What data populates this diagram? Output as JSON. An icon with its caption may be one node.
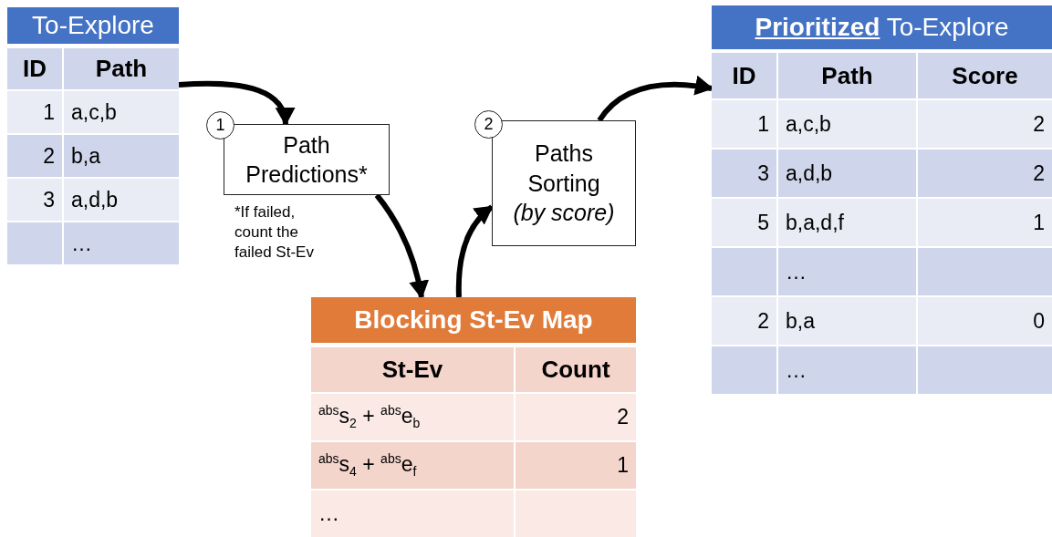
{
  "diagram": {
    "nodes": [
      {
        "text": [
          "To-Explore",
          "ID",
          "Path",
          "1",
          "a,c,b",
          "2",
          "b,a",
          "3",
          "a,d,b",
          "…"
        ]
      },
      {
        "text": [
          "1"
        ]
      },
      {
        "text": [
          "Path Predictions*"
        ],
        "beside": [
          "*If failed, count the failed St-Ev"
        ]
      },
      {
        "text": [
          "2"
        ]
      },
      {
        "text": [
          "Paths Sorting",
          "(by score)"
        ]
      },
      {
        "text": [
          "Blocking St-Ev Map",
          "St-Ev",
          "Count",
          "$^{abs}$s$_{2}$ + $^{abs}$e$_{b}$",
          "2",
          "$^{abs}$s$_{4}$ + $^{abs}$e$_{f}$",
          "1",
          "…"
        ]
      },
      {
        "text": [
          "**Prioritized** To-Explore",
          "ID",
          "Path",
          "Score",
          "1",
          "a,c,b",
          "2",
          "3",
          "a,d,b",
          "2",
          "5",
          "b,a,d,f",
          "1",
          "…",
          "2",
          "b,a",
          "0",
          "…"
        ]
      }
    ],
    "edges": [
      {
        "from": 0,
        "to": 2,
        "arrow": "to"
      },
      {
        "from": 2,
        "to": 5,
        "arrow": "to"
      },
      {
        "from": 5,
        "to": 4,
        "arrow": "to"
      },
      {
        "from": 4,
        "to": 6,
        "arrow": "to"
      }
    ]
  }
}
